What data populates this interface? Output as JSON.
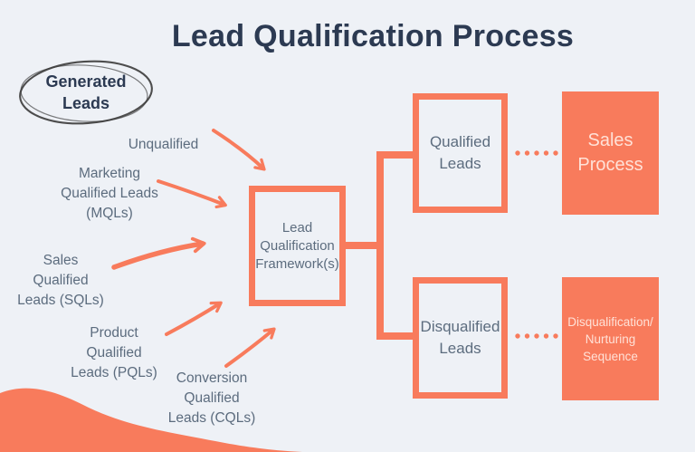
{
  "title": "Lead Qualification Process",
  "colors": {
    "background": "#EEF1F6",
    "accent_orange": "#F87B5C",
    "title_navy": "#2C3A52",
    "label_gray": "#5C6C7E",
    "solid_box_text": "#FFE1D7",
    "sketch_ellipse_stroke": "#3B3B3B"
  },
  "generated_leads": {
    "label": "Generated\nLeads"
  },
  "source_labels": [
    {
      "id": "unqualified",
      "label": "Unqualified"
    },
    {
      "id": "mqls",
      "label": "Marketing\nQualified Leads\n(MQLs)"
    },
    {
      "id": "sqls",
      "label": "Sales\nQualified\nLeads (SQLs)"
    },
    {
      "id": "pqls",
      "label": "Product\nQualified\nLeads (PQLs)"
    },
    {
      "id": "cqls",
      "label": "Conversion\nQualified\nLeads (CQLs)"
    }
  ],
  "framework_box": {
    "label": "Lead\nQualification\nFramework(s)"
  },
  "outcome_boxes": [
    {
      "id": "qualified-leads",
      "label": "Qualified\nLeads"
    },
    {
      "id": "disqualified-leads",
      "label": "Disqualified\nLeads"
    }
  ],
  "process_boxes": [
    {
      "id": "sales-process",
      "label": "Sales\nProcess"
    },
    {
      "id": "disqualification-nurturing",
      "label": "Disqualification/\nNurturing\nSequence"
    }
  ],
  "icons": {
    "flow_arrows": "hand-drawn-arrow-icon",
    "dotted_links": "dotted-line-connector",
    "bracket": "split-bracket-connector",
    "wave": "decorative-corner-wave"
  }
}
